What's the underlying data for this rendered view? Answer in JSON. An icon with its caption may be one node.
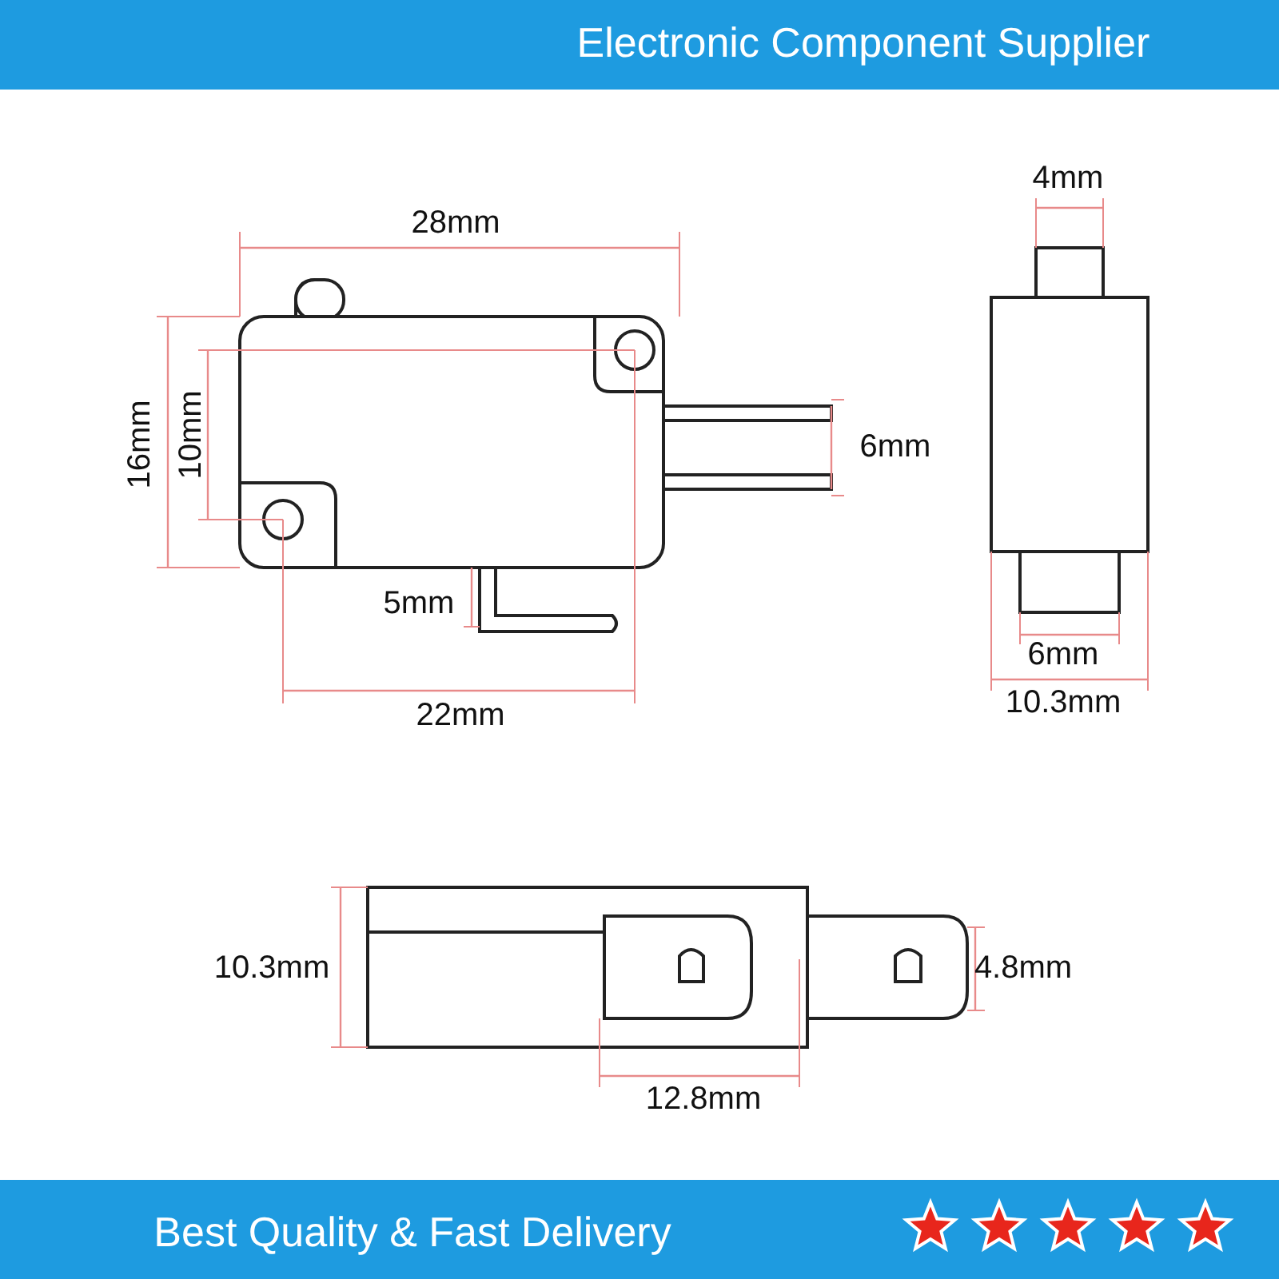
{
  "diagram": {
    "labels": [
      "Electronic Component Supplier",
      "28mm",
      "4mm",
      "16mm",
      "10mm",
      "6mm",
      "5mm",
      "6mm",
      "10.3mm",
      "22mm",
      "10.3mm",
      "4.8mm",
      "12.8mm",
      "Best Quality & Fast Delivery"
    ]
  }
}
